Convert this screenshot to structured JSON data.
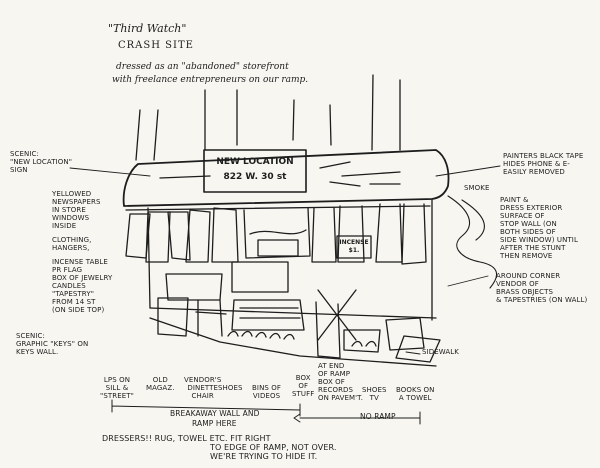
{
  "title": {
    "line1": "\"Third Watch\"",
    "line2": "CRASH SITE",
    "line3": "dressed as an \"abandoned\" storefront",
    "line4": "with freelance entrepreneurs on our ramp."
  },
  "sign": {
    "line1": "NEW LOCATION",
    "line2": "822 W. 30 st"
  },
  "incense_sign": {
    "line1": "INCENSE",
    "line2": "$1."
  },
  "left_notes": {
    "scenic_top": [
      "SCENIC:",
      "\"NEW LOCATION\"",
      "SIGN"
    ],
    "items": [
      "YELLOWED",
      "NEWSPAPERS",
      "IN STORE",
      "WINDOWS",
      "INSIDE",
      "",
      "CLOTHING,",
      "HANGERS,",
      "",
      "INCENSE TABLE",
      "PR FLAG",
      "BOX OF JEWELRY",
      "CANDLES",
      "\"TAPESTRY\"",
      "FROM 14 ST",
      "(ON SIDE TOP)"
    ],
    "scenic_bottom": [
      "SCENIC:",
      "GRAPHIC \"KEYS\" ON",
      "KEYS WALL."
    ]
  },
  "right_notes": {
    "painters": [
      "PAINTERS BLACK TAPE",
      "HIDES PHONE & E-",
      "EASILY REMOVED"
    ],
    "smoke": "SMOKE",
    "paint": [
      "PAINT &",
      "DRESS EXTERIOR",
      "SURFACE OF",
      "STOP WALL (ON",
      "BOTH SIDES OF",
      "SIDE WINDOW) UNTIL",
      "AFTER the STUNT",
      "THEN REMOVE"
    ],
    "vendor": [
      "AROUND CORNER",
      "VENDOR OF",
      "BRASS OBJECTS",
      "& TAPESTRIES (ON WALL)"
    ],
    "sidewalk": "SIDEWALK"
  },
  "bottom_labels": [
    [
      "LPs on",
      "sill &",
      "\"street\""
    ],
    [
      "OLD",
      "MAGAZ."
    ],
    [
      "VENDOR'S",
      "DINETTE",
      "CHAIR"
    ],
    [
      "SHOES"
    ],
    [
      "BINS OF",
      "VIDEOS"
    ],
    [
      "BOX",
      "OF",
      "STUFF"
    ],
    [
      "AT END",
      "OF RAMP",
      "BOX OF",
      "RECORDS",
      "ON PAVEM'T."
    ],
    [
      "SHOES",
      "TV"
    ],
    [
      "BOOKS ON",
      "A TOWEL"
    ]
  ],
  "ramp": {
    "breakaway": "BREAKAWAY WALL AND",
    "ramp_here": "RAMP here",
    "no_ramp": "NO RAMP"
  },
  "footer": {
    "line1": "DRESSERS!! RUG, TOWEL ETC. FIT RIGHT",
    "line2": "TO EDGE OF RAMP, NOT OVER.",
    "line3": "WE'RE TRYING TO HIDE IT."
  }
}
